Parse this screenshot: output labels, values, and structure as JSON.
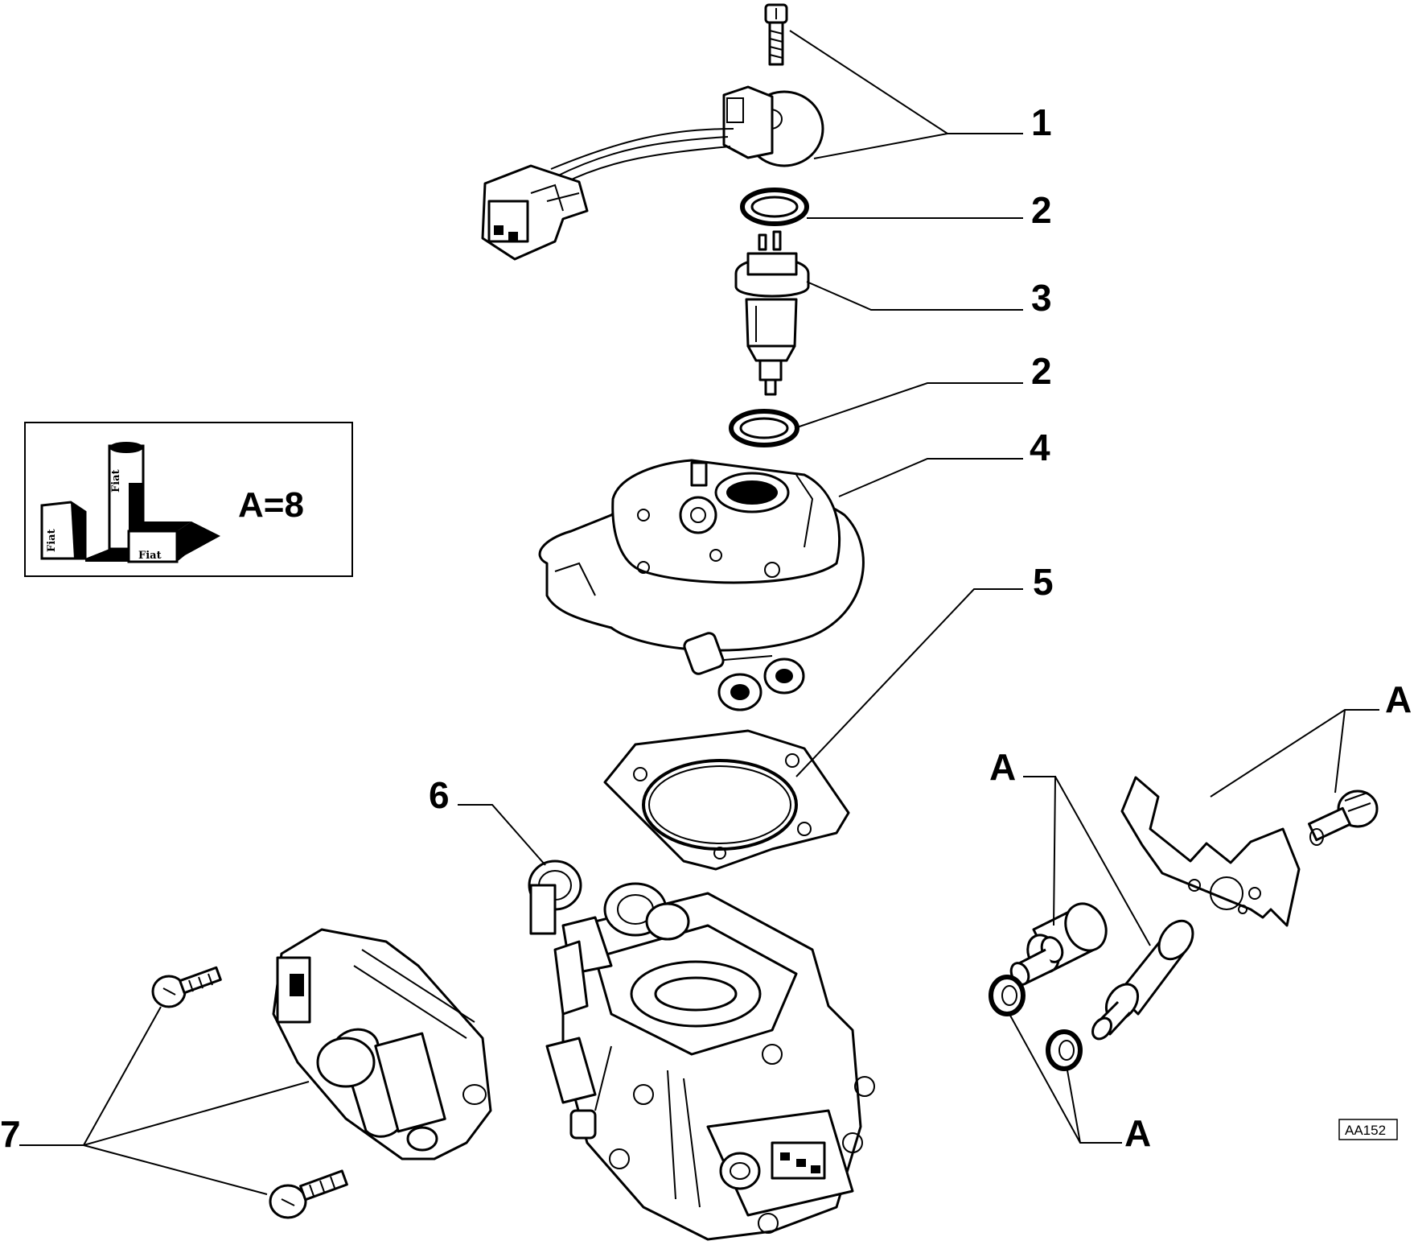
{
  "callouts": [
    "1",
    "2",
    "3",
    "2",
    "4",
    "5",
    "6",
    "7"
  ],
  "group_labels": [
    "A",
    "A",
    "A"
  ],
  "kit_box": {
    "text": "A=8",
    "brand": "Fiat"
  },
  "reference_code": "AA152",
  "icons": {
    "kit": "fiat-parts-kit-icon",
    "sensor": "throttle-position-sensor-icon",
    "injector": "fuel-injector-icon",
    "body": "injector-housing-icon",
    "gasket": "gasket-icon",
    "throttle": "throttle-body-icon",
    "actuator": "idle-actuator-icon"
  }
}
